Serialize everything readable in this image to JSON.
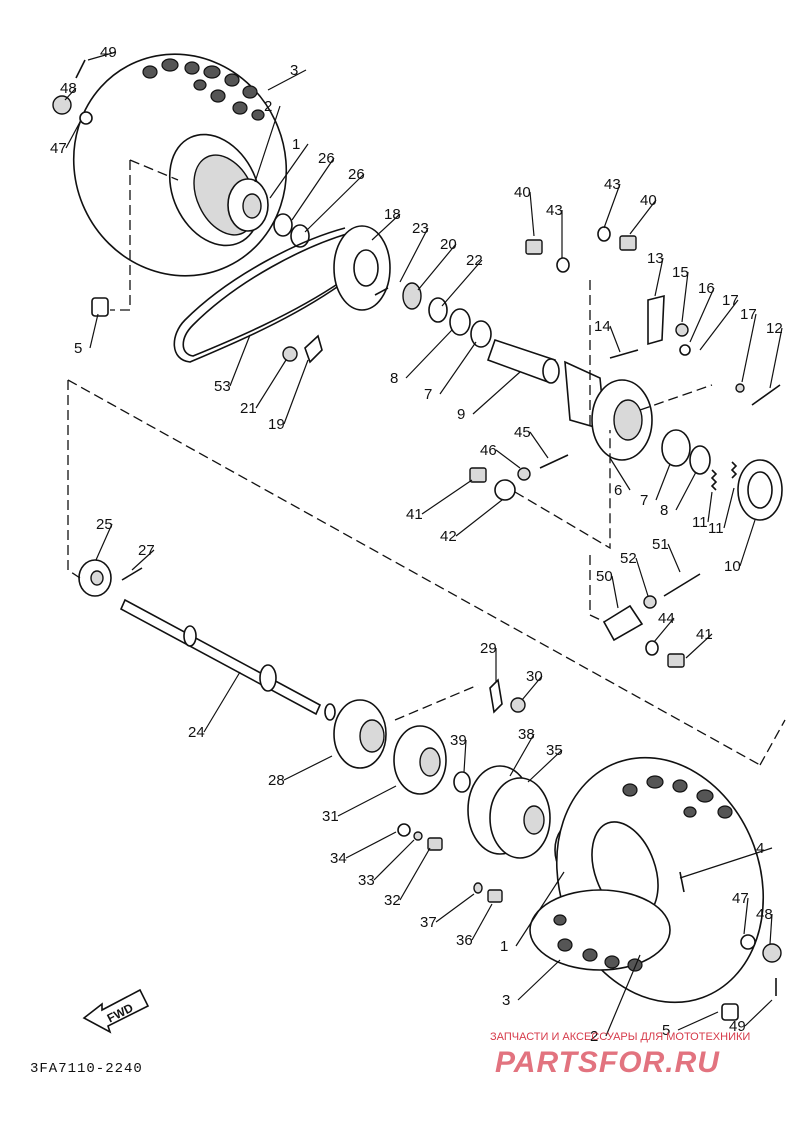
{
  "diagram_code": "3FA7110-2240",
  "fwd_label": "FWD",
  "watermark": {
    "line1": "ЗАПЧАСТИ И АКСЕССУАРЫ ДЛЯ МОТОТЕХНИКИ",
    "line2": "PARTSFOR.RU"
  },
  "callouts": [
    {
      "label": "49"
    },
    {
      "label": "48"
    },
    {
      "label": "47"
    },
    {
      "label": "3"
    },
    {
      "label": "2"
    },
    {
      "label": "1"
    },
    {
      "label": "26"
    },
    {
      "label": "26"
    },
    {
      "label": "5"
    },
    {
      "label": "18"
    },
    {
      "label": "23"
    },
    {
      "label": "20"
    },
    {
      "label": "22"
    },
    {
      "label": "53"
    },
    {
      "label": "21"
    },
    {
      "label": "19"
    },
    {
      "label": "8"
    },
    {
      "label": "7"
    },
    {
      "label": "9"
    },
    {
      "label": "40"
    },
    {
      "label": "43"
    },
    {
      "label": "43"
    },
    {
      "label": "40"
    },
    {
      "label": "13"
    },
    {
      "label": "15"
    },
    {
      "label": "16"
    },
    {
      "label": "17"
    },
    {
      "label": "17"
    },
    {
      "label": "12"
    },
    {
      "label": "14"
    },
    {
      "label": "45"
    },
    {
      "label": "46"
    },
    {
      "label": "41"
    },
    {
      "label": "42"
    },
    {
      "label": "6"
    },
    {
      "label": "7"
    },
    {
      "label": "8"
    },
    {
      "label": "11"
    },
    {
      "label": "11"
    },
    {
      "label": "10"
    },
    {
      "label": "25"
    },
    {
      "label": "27"
    },
    {
      "label": "52"
    },
    {
      "label": "51"
    },
    {
      "label": "50"
    },
    {
      "label": "44"
    },
    {
      "label": "41"
    },
    {
      "label": "24"
    },
    {
      "label": "29"
    },
    {
      "label": "30"
    },
    {
      "label": "28"
    },
    {
      "label": "38"
    },
    {
      "label": "39"
    },
    {
      "label": "35"
    },
    {
      "label": "31"
    },
    {
      "label": "34"
    },
    {
      "label": "33"
    },
    {
      "label": "32"
    },
    {
      "label": "37"
    },
    {
      "label": "36"
    },
    {
      "label": "1"
    },
    {
      "label": "4"
    },
    {
      "label": "47"
    },
    {
      "label": "48"
    },
    {
      "label": "3"
    },
    {
      "label": "2"
    },
    {
      "label": "5"
    },
    {
      "label": "49"
    }
  ]
}
